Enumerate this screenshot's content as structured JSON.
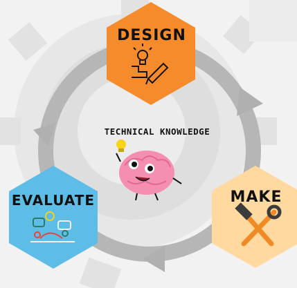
{
  "diagram": {
    "center": {
      "title": "TECHNICAL KNOWLEDGE",
      "icon": "brain-character-with-lightbulb"
    },
    "stages": [
      {
        "label": "DESIGN",
        "icon": "lightbulb-and-pencil-icon",
        "color": "#f68b2c"
      },
      {
        "label": "MAKE",
        "icon": "hammer-and-wrench-icon",
        "color": "#ffd9a0"
      },
      {
        "label": "EVALUATE",
        "icon": "people-discussion-icon",
        "color": "#5dbde7"
      }
    ],
    "colors": {
      "cycle_arrow": "#b6b6b6",
      "background": "#f2f2f2",
      "gear": "#e3e3e3"
    }
  }
}
